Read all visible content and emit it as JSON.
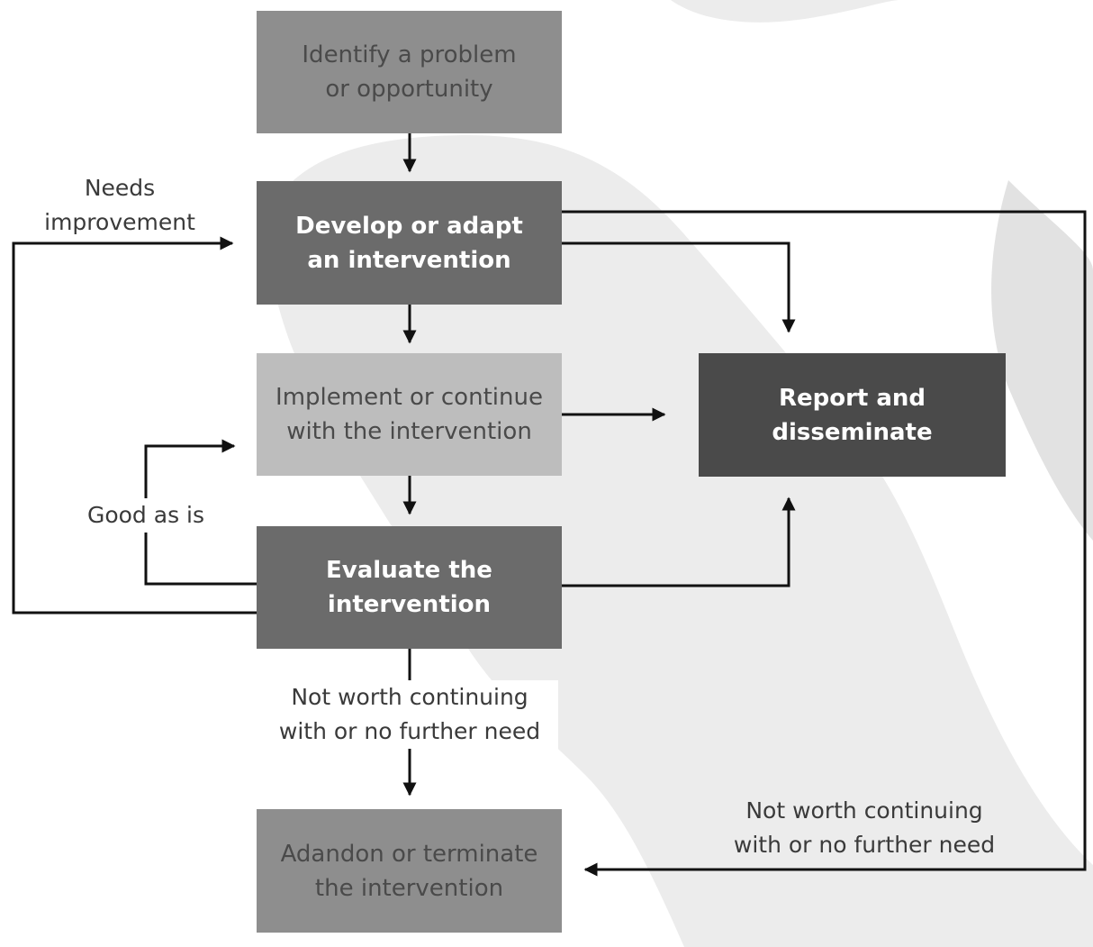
{
  "nodes": {
    "identify": {
      "text": "Identify a problem\nor opportunity",
      "fill": "#8e8e8e",
      "color": "#4a4a4a"
    },
    "develop": {
      "text": "Develop or adapt\nan intervention",
      "fill": "#6b6b6b",
      "color": "#ffffff"
    },
    "implement": {
      "text": "Implement or continue\nwith the intervention",
      "fill": "#bdbdbd",
      "color": "#4a4a4a"
    },
    "evaluate": {
      "text": "Evaluate the\nintervention",
      "fill": "#6b6b6b",
      "color": "#ffffff"
    },
    "abandon": {
      "text": "Adandon or terminate\nthe intervention",
      "fill": "#8e8e8e",
      "color": "#4a4a4a"
    },
    "report": {
      "text": "Report and\ndisseminate",
      "fill": "#4a4a4a",
      "color": "#ffffff"
    }
  },
  "edge_labels": {
    "needs_improvement": "Needs\nimprovement",
    "good_as_is": "Good as is",
    "not_worth_center": "Not worth continuing\nwith or no further need",
    "not_worth_right": "Not worth continuing\nwith or no further need"
  },
  "colors": {
    "arrow": "#111111",
    "background_shape": "#ececec"
  }
}
